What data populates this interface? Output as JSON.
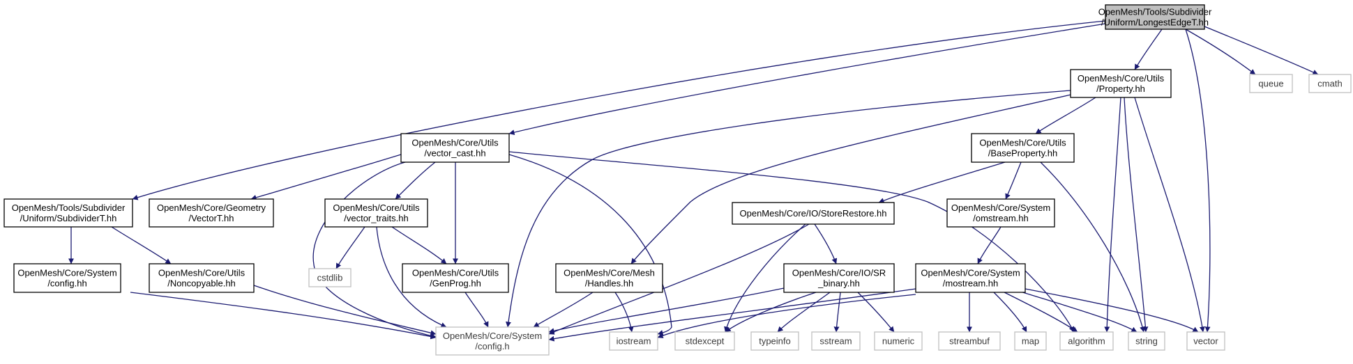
{
  "colors": {
    "edge": "#191970",
    "arrowhead": "#191970",
    "root_fill": "#bfbfbf",
    "node_fill": "#ffffff",
    "node_border": "#000000",
    "external_border": "#bfbfbf",
    "external_text": "#3a3a3a"
  },
  "nodes": [
    {
      "id": "longest_edge",
      "lines": [
        "OpenMesh/Tools/Subdivider",
        "/Uniform/LongestEdgeT.hh"
      ],
      "kind": "root"
    },
    {
      "id": "property",
      "lines": [
        "OpenMesh/Core/Utils",
        "/Property.hh"
      ],
      "kind": "file"
    },
    {
      "id": "queue",
      "lines": [
        "queue"
      ],
      "kind": "external"
    },
    {
      "id": "cmath",
      "lines": [
        "cmath"
      ],
      "kind": "external"
    },
    {
      "id": "vector_cast",
      "lines": [
        "OpenMesh/Core/Utils",
        "/vector_cast.hh"
      ],
      "kind": "file"
    },
    {
      "id": "base_property",
      "lines": [
        "OpenMesh/Core/Utils",
        "/BaseProperty.hh"
      ],
      "kind": "file"
    },
    {
      "id": "subdivider_t",
      "lines": [
        "OpenMesh/Tools/Subdivider",
        "/Uniform/SubdividerT.hh"
      ],
      "kind": "file"
    },
    {
      "id": "vector_t",
      "lines": [
        "OpenMesh/Core/Geometry",
        "/VectorT.hh"
      ],
      "kind": "file"
    },
    {
      "id": "vector_traits",
      "lines": [
        "OpenMesh/Core/Utils",
        "/vector_traits.hh"
      ],
      "kind": "file"
    },
    {
      "id": "store_restore",
      "lines": [
        "OpenMesh/Core/IO/StoreRestore.hh"
      ],
      "kind": "file"
    },
    {
      "id": "omstream",
      "lines": [
        "OpenMesh/Core/System",
        "/omstream.hh"
      ],
      "kind": "file"
    },
    {
      "id": "config_hh",
      "lines": [
        "OpenMesh/Core/System",
        "/config.hh"
      ],
      "kind": "file"
    },
    {
      "id": "noncopyable",
      "lines": [
        "OpenMesh/Core/Utils",
        "/Noncopyable.hh"
      ],
      "kind": "file"
    },
    {
      "id": "cstdlib",
      "lines": [
        "cstdlib"
      ],
      "kind": "external"
    },
    {
      "id": "genprog",
      "lines": [
        "OpenMesh/Core/Utils",
        "/GenProg.hh"
      ],
      "kind": "file"
    },
    {
      "id": "handles",
      "lines": [
        "OpenMesh/Core/Mesh",
        "/Handles.hh"
      ],
      "kind": "file"
    },
    {
      "id": "sr_binary",
      "lines": [
        "OpenMesh/Core/IO/SR",
        "_binary.hh"
      ],
      "kind": "file"
    },
    {
      "id": "mostream",
      "lines": [
        "OpenMesh/Core/System",
        "/mostream.hh"
      ],
      "kind": "file"
    },
    {
      "id": "config_h",
      "lines": [
        "OpenMesh/Core/System",
        "/config.h"
      ],
      "kind": "external"
    },
    {
      "id": "iostream",
      "lines": [
        "iostream"
      ],
      "kind": "external"
    },
    {
      "id": "stdexcept",
      "lines": [
        "stdexcept"
      ],
      "kind": "external"
    },
    {
      "id": "typeinfo",
      "lines": [
        "typeinfo"
      ],
      "kind": "external"
    },
    {
      "id": "sstream",
      "lines": [
        "sstream"
      ],
      "kind": "external"
    },
    {
      "id": "numeric",
      "lines": [
        "numeric"
      ],
      "kind": "external"
    },
    {
      "id": "streambuf",
      "lines": [
        "streambuf"
      ],
      "kind": "external"
    },
    {
      "id": "map",
      "lines": [
        "map"
      ],
      "kind": "external"
    },
    {
      "id": "algorithm",
      "lines": [
        "algorithm"
      ],
      "kind": "external"
    },
    {
      "id": "string",
      "lines": [
        "string"
      ],
      "kind": "external"
    },
    {
      "id": "vector",
      "lines": [
        "vector"
      ],
      "kind": "external"
    }
  ],
  "edges": [
    {
      "from": "longest_edge",
      "to": "property"
    },
    {
      "from": "longest_edge",
      "to": "queue"
    },
    {
      "from": "longest_edge",
      "to": "cmath"
    },
    {
      "from": "longest_edge",
      "to": "vector"
    },
    {
      "from": "longest_edge",
      "to": "vector_cast"
    },
    {
      "from": "longest_edge",
      "to": "subdivider_t"
    },
    {
      "from": "property",
      "to": "base_property"
    },
    {
      "from": "property",
      "to": "config_h"
    },
    {
      "from": "property",
      "to": "handles"
    },
    {
      "from": "property",
      "to": "algorithm"
    },
    {
      "from": "property",
      "to": "string"
    },
    {
      "from": "property",
      "to": "vector"
    },
    {
      "from": "vector_cast",
      "to": "vector_t"
    },
    {
      "from": "vector_cast",
      "to": "vector_traits"
    },
    {
      "from": "vector_cast",
      "to": "genprog"
    },
    {
      "from": "vector_cast",
      "to": "config_h"
    },
    {
      "from": "vector_cast",
      "to": "iostream"
    },
    {
      "from": "vector_cast",
      "to": "algorithm"
    },
    {
      "from": "base_property",
      "to": "store_restore"
    },
    {
      "from": "base_property",
      "to": "omstream"
    },
    {
      "from": "base_property",
      "to": "string"
    },
    {
      "from": "subdivider_t",
      "to": "config_hh"
    },
    {
      "from": "subdivider_t",
      "to": "noncopyable"
    },
    {
      "from": "vector_traits",
      "to": "cstdlib"
    },
    {
      "from": "vector_traits",
      "to": "genprog"
    },
    {
      "from": "vector_traits",
      "to": "config_h"
    },
    {
      "from": "store_restore",
      "to": "sr_binary"
    },
    {
      "from": "store_restore",
      "to": "config_h"
    },
    {
      "from": "store_restore",
      "to": "stdexcept"
    },
    {
      "from": "omstream",
      "to": "mostream"
    },
    {
      "from": "config_hh",
      "to": "config_h"
    },
    {
      "from": "noncopyable",
      "to": "config_h"
    },
    {
      "from": "genprog",
      "to": "config_h"
    },
    {
      "from": "handles",
      "to": "config_h"
    },
    {
      "from": "handles",
      "to": "iostream"
    },
    {
      "from": "sr_binary",
      "to": "config_h"
    },
    {
      "from": "sr_binary",
      "to": "stdexcept"
    },
    {
      "from": "sr_binary",
      "to": "typeinfo"
    },
    {
      "from": "sr_binary",
      "to": "sstream"
    },
    {
      "from": "sr_binary",
      "to": "numeric"
    },
    {
      "from": "mostream",
      "to": "config_h"
    },
    {
      "from": "mostream",
      "to": "iostream"
    },
    {
      "from": "mostream",
      "to": "streambuf"
    },
    {
      "from": "mostream",
      "to": "map"
    },
    {
      "from": "mostream",
      "to": "algorithm"
    },
    {
      "from": "mostream",
      "to": "string"
    },
    {
      "from": "mostream",
      "to": "vector"
    }
  ]
}
